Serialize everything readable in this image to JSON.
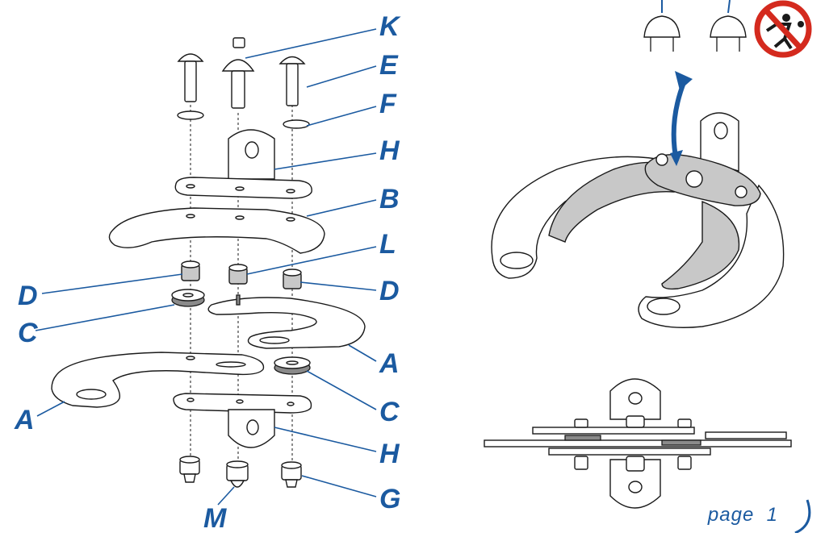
{
  "labels": {
    "K": "K",
    "E": "E",
    "F": "F",
    "H_top": "H",
    "B": "B",
    "L": "L",
    "D_left": "D",
    "D_right": "D",
    "C_left": "C",
    "A_right": "A",
    "C_right": "C",
    "A_left": "A",
    "H_bottom": "H",
    "G": "G",
    "M": "M"
  },
  "footer": {
    "page_word": "page",
    "page_number": "1"
  },
  "colors": {
    "accent": "#1b5aa0",
    "warning_red": "#d42a1e",
    "part_grey": "#c8c8c8"
  },
  "icons": {
    "no_throwing_sign": "prohibition-sign-icon",
    "rotate_arrow": "double-arrow-icon"
  }
}
